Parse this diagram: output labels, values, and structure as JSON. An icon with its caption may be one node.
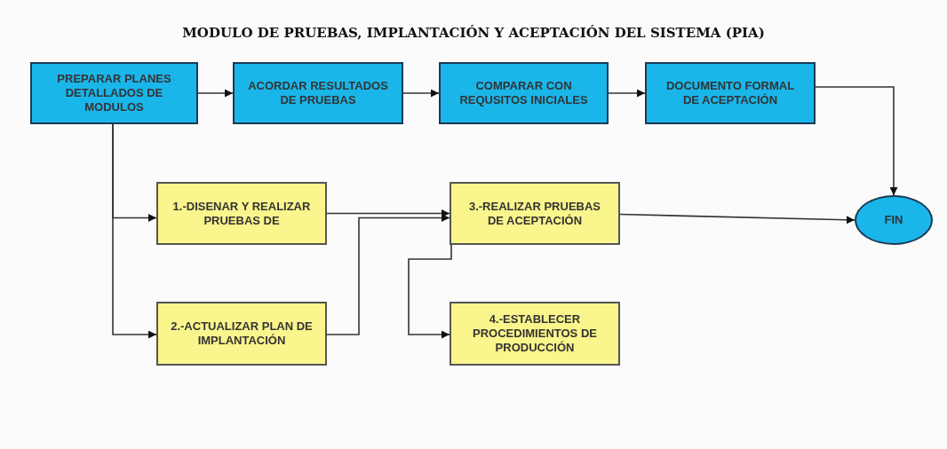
{
  "diagram": {
    "title": "MODULO DE PRUEBAS, IMPLANTACIÓN Y ACEPTACIÓN DEL SISTEMA (PIA)",
    "nodes": [
      {
        "text": [
          "PREPARAR PLANES DETALLADOS DE MODULOS"
        ]
      },
      {
        "text": [
          "ACORDAR RESULTADOS DE PRUEBAS"
        ]
      },
      {
        "text": [
          "COMPARAR CON REQUSITOS INICIALES"
        ]
      },
      {
        "text": [
          "DOCUMENTO FORMAL DE ACEPTACIÓN"
        ]
      },
      {
        "text": [
          "1.-DISENAR Y REALIZAR PRUEBAS DE"
        ]
      },
      {
        "text": [
          "2.-ACTUALIZAR PLAN DE IMPLANTACIÓN"
        ]
      },
      {
        "text": [
          "3.-REALIZAR PRUEBAS DE ACEPTACIÓN"
        ]
      },
      {
        "text": [
          "4.-ESTABLECER PROCEDIMIENTOS DE PRODUCCIÓN"
        ]
      },
      {
        "text": [
          "FIN"
        ]
      }
    ],
    "edges": [
      {
        "from": 0,
        "to": 1,
        "arrow": "to"
      },
      {
        "from": 1,
        "to": 2,
        "arrow": "to"
      },
      {
        "from": 2,
        "to": 3,
        "arrow": "to"
      },
      {
        "from": 3,
        "to": 8,
        "arrow": "to"
      },
      {
        "from": 0,
        "to": 4,
        "arrow": "to"
      },
      {
        "from": 0,
        "to": 5,
        "arrow": "to"
      },
      {
        "from": 4,
        "to": 6,
        "arrow": "to"
      },
      {
        "from": 5,
        "to": 6,
        "arrow": "to"
      },
      {
        "from": 6,
        "to": 7,
        "arrow": "to"
      },
      {
        "from": 6,
        "to": 8,
        "arrow": "to"
      }
    ]
  }
}
